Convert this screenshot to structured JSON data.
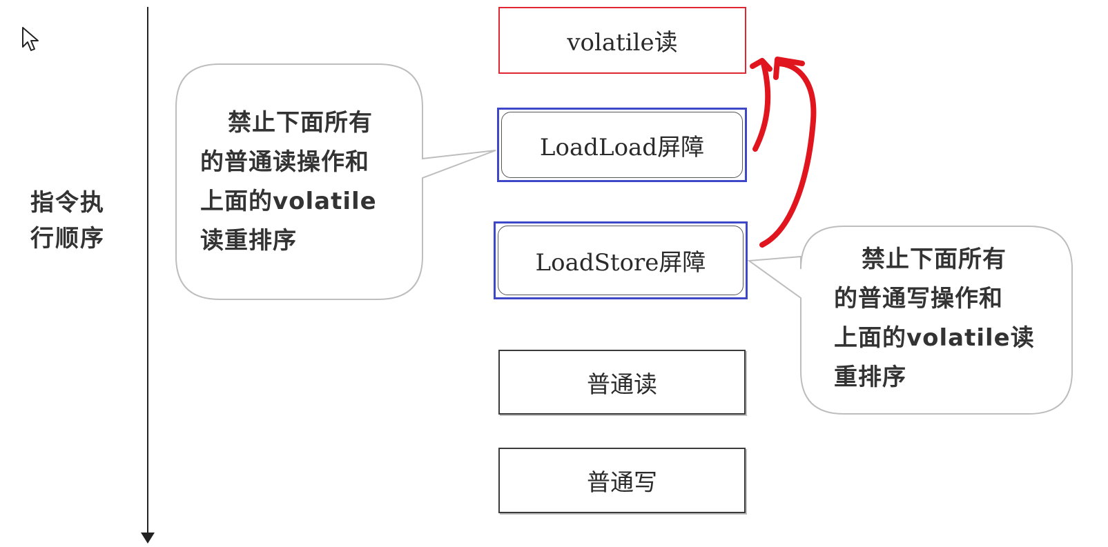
{
  "axis": {
    "label_line1": "指令执",
    "label_line2": "行顺序"
  },
  "boxes": {
    "volatile_read": "volatile读",
    "loadload_barrier": "LoadLoad屏障",
    "loadstore_barrier": "LoadStore屏障",
    "normal_read": "普通读",
    "normal_write": "普通写"
  },
  "callouts": {
    "left": {
      "lines": [
        "禁止下面所有",
        "的普通读操作和",
        "上面的volatile",
        "读重排序"
      ]
    },
    "right": {
      "lines": [
        "禁止下面所有",
        "的普通写操作和",
        "上面的volatile读",
        "重排序"
      ]
    }
  },
  "colors": {
    "volatile_border": "#e02530",
    "barrier_border": "#3e47c8",
    "arrow": "#e0151e",
    "text": "#2a2a2a"
  },
  "icons": {
    "cursor": "mouse-pointer-icon",
    "axis_arrowhead": "arrow-down-icon"
  }
}
